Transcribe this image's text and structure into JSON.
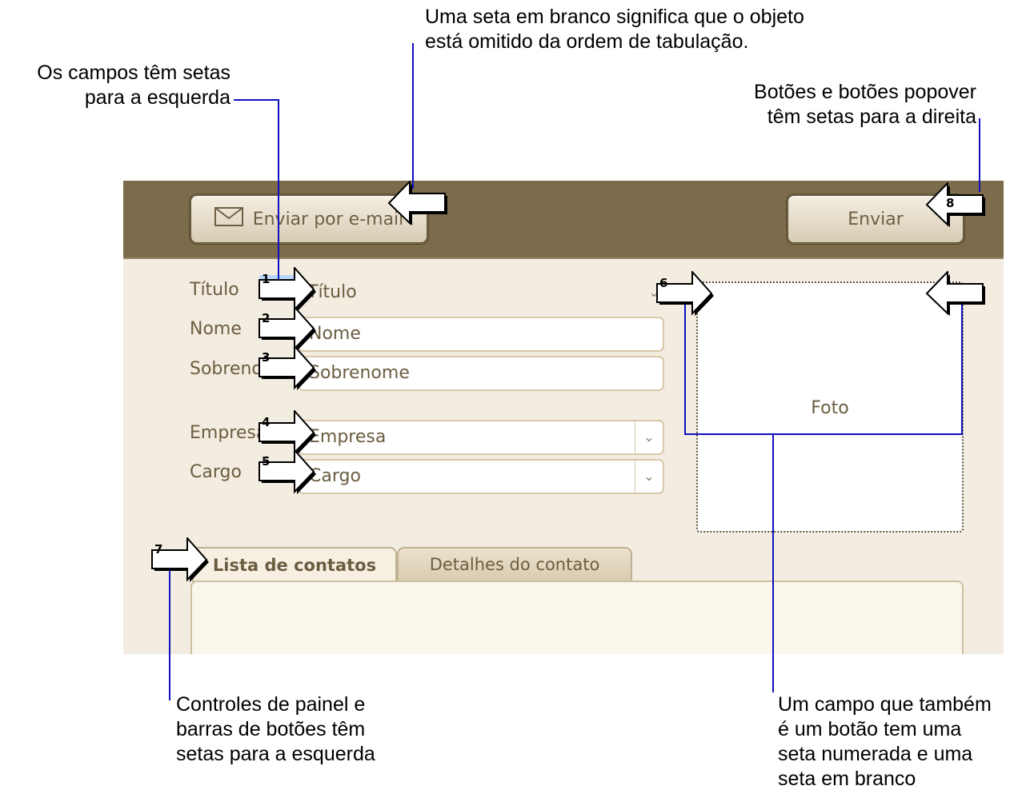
{
  "callouts": {
    "blank_arrow": "Uma seta em branco significa que o objeto\nestá omitido da ordem de tabulação.",
    "fields": "Os campos têm setas\npara a esquerda",
    "buttons": "Botões e botões popover\ntêm setas para a direita",
    "panel_controls": "Controles de painel e\nbarras de botões têm\nsetas para a esquerda",
    "field_button": "Um campo que também\né um botão tem uma\nseta numerada e uma\nseta em branco"
  },
  "toolbar": {
    "email_button": "Enviar por e-mail",
    "email_icon": "envelope-icon",
    "send_button": "Enviar"
  },
  "form": {
    "labels": {
      "title": "Título",
      "first_name": "Nome",
      "last_name": "Sobrenome",
      "company": "Empresa",
      "job": "Cargo"
    },
    "placeholders": {
      "title": "Título",
      "first_name": "Nome",
      "last_name": "Sobrenome",
      "company": "Empresa",
      "job": "Cargo"
    },
    "dropdown_icon": "chevron-down-icon"
  },
  "photo": {
    "label": "Foto"
  },
  "tabs": {
    "contacts_list": "Lista de contatos",
    "contact_details": "Detalhes do contato"
  },
  "tab_order": {
    "title": "1",
    "first_name": "2",
    "last_name": "3",
    "company": "4",
    "job": "5",
    "photo": "6",
    "tab_control": "7",
    "send": "8"
  },
  "colors": {
    "toolbar": "#7c6c4b",
    "panel": "#f3ece0",
    "leader_line": "#1010c0",
    "focus_highlight": "#b9d7fb"
  }
}
